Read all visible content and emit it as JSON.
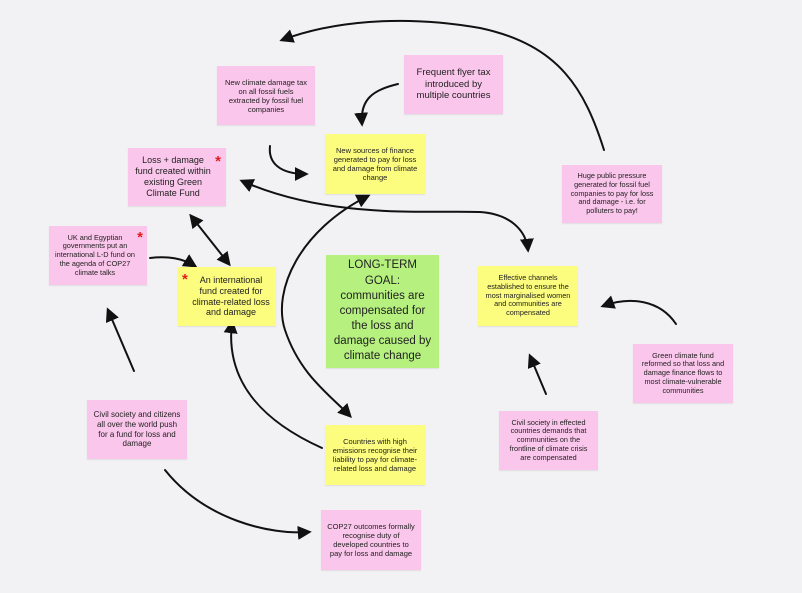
{
  "colors": {
    "background": "#f2f1f3",
    "pink_note": "#fbc6eb",
    "yellow_note": "#fcfc7e",
    "green_note": "#b6f17f",
    "star": "#e11d1d",
    "arrow": "#111111"
  },
  "star_glyph": "*",
  "notes": {
    "goal": "LONG-TERM GOAL: communities are compensated for the loss and damage caused by climate change",
    "damage_tax": "New climate damage tax on all fossil fuels extracted by fossil fuel companies",
    "flyer_tax": "Frequent flyer tax introduced by multiple countries",
    "new_finance": "New sources of finance generated to pay for loss and damage from climate change",
    "gcf_fund": "Loss + damage fund created within existing Green Climate Fund",
    "uk_egypt": "UK and Egyptian governments put an international L-D fund on the agenda of COP27 climate talks",
    "intl_fund": "An international fund created for climate-related loss and damage",
    "public_pressure": "Huge public pressure generated for fossil fuel companies to pay for loss and damage - i.e. for polluters to pay!",
    "channels": "Effective channels established to ensure the most marginalised women and communities are compensated",
    "gcf_reform": "Green climate fund reformed so that loss and damage finance flows to most climate-vulnerable communities",
    "civil_society_world": "Civil society and citizens all over the world push for a fund for loss and damage",
    "high_emissions": "Countries with high emissions recognise their liability to pay for climate-related loss and damage",
    "civil_society_affected": "Civil society in effected countries demands that communities on the frontline of climate crisis are compensated",
    "cop27": "COP27 outcomes formally recognise duty of developed countries to pay for loss and damage"
  }
}
